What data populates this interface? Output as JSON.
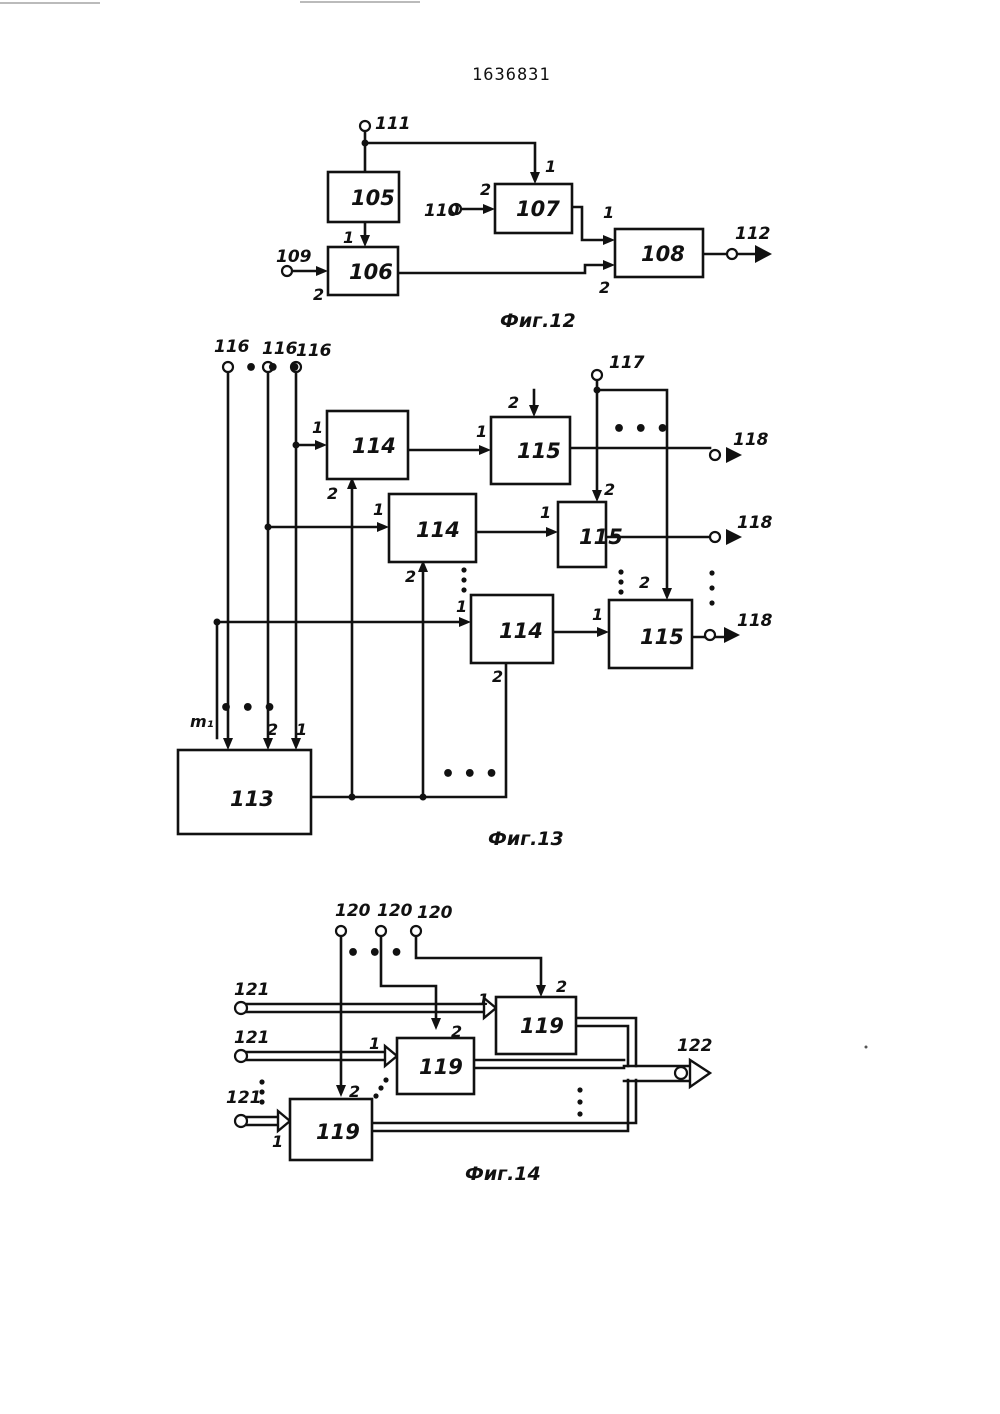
{
  "document_number": "1636831",
  "fig12": {
    "caption": "Фиг.12",
    "blocks": {
      "b105": "105",
      "b106": "106",
      "b107": "107",
      "b108": "108"
    },
    "terminals": {
      "t111": "111",
      "t110": "110",
      "t109": "109",
      "t112": "112"
    },
    "ports": {
      "in107_1": "1",
      "in107_2": "2",
      "in106_1": "1",
      "in106_2": "2",
      "in108_1": "1",
      "in108_2": "2"
    }
  },
  "fig13": {
    "caption": "Фиг.13",
    "blocks": {
      "b113": "113",
      "b114a": "114",
      "b114b": "114",
      "b114c": "114",
      "b115a": "115",
      "b115b": "115",
      "b115c": "115"
    },
    "terminals": {
      "t116a": "116",
      "t116b": "116",
      "t116c": "116",
      "t117": "117",
      "t118a": "118",
      "t118b": "118",
      "t118c": "118"
    },
    "ports": {
      "in113_m": "m₁",
      "in113_2": "2",
      "in113_1": "1",
      "in114a_1": "1",
      "in114a_2": "2",
      "in114b_1": "1",
      "in114b_2": "2",
      "in114c_1": "1",
      "out114c_2": "2",
      "in115a_1": "1",
      "in115a_2": "2",
      "in115b_1": "1",
      "in115b_2": "2",
      "in115c_1": "1",
      "in115c_2": "2"
    }
  },
  "fig14": {
    "caption": "Фиг.14",
    "blocks": {
      "b119a": "119",
      "b119b": "119",
      "b119c": "119"
    },
    "terminals": {
      "t120a": "120",
      "t120b": "120",
      "t120c": "120",
      "t121a": "121",
      "t121b": "121",
      "t121c": "121",
      "t122": "122"
    },
    "ports": {
      "in119a_1": "1",
      "in119a_2": "2",
      "in119b_1": "1",
      "in119b_2": "2",
      "in119c_1": "1",
      "in119c_2": "2"
    }
  },
  "ellipsis": "• • •"
}
